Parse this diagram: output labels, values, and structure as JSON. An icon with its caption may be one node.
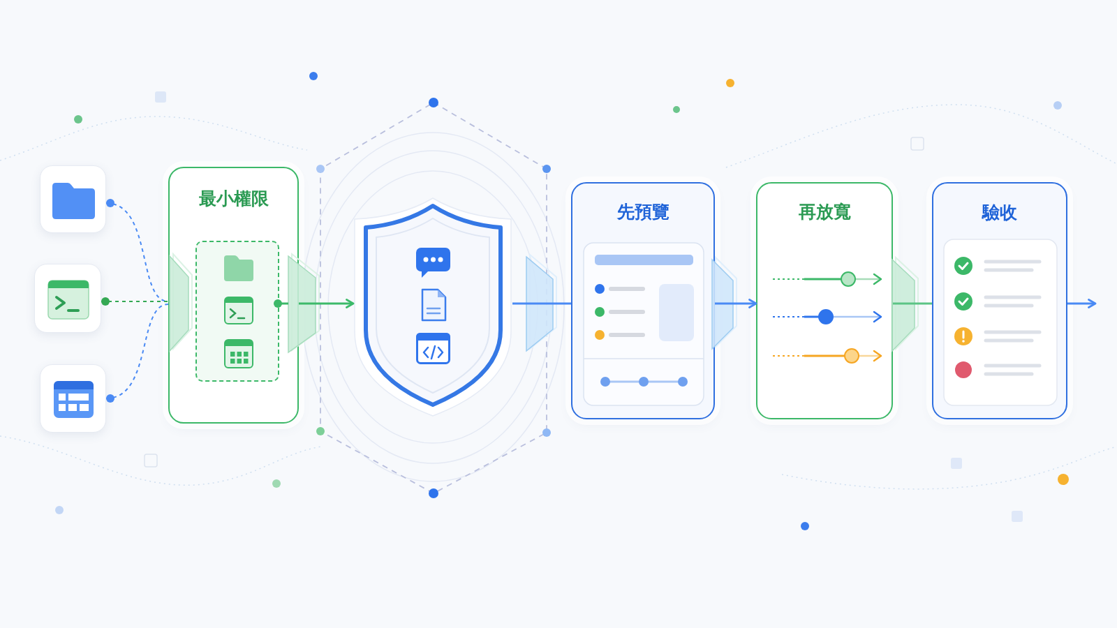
{
  "diagram": {
    "nodes": [
      {
        "text": [],
        "shape": "box"
      },
      {
        "text": [],
        "shape": "box"
      },
      {
        "text": [],
        "shape": "box"
      },
      {
        "text": [
          "最小權限"
        ]
      },
      {
        "text": [],
        "shape": "box",
        "in": 3
      },
      {
        "text": [],
        "shape": "shield"
      },
      {
        "text": [
          "先預覽"
        ]
      },
      {
        "text": [
          "再放寬"
        ]
      },
      {
        "text": [
          "驗收"
        ]
      }
    ],
    "edges": [
      {
        "from": 0,
        "to": 3,
        "arrow": "other",
        "style": "dashed"
      },
      {
        "from": 1,
        "to": 3,
        "arrow": "other",
        "style": "dashed",
        "color": "#34a853"
      },
      {
        "from": 2,
        "to": 3,
        "arrow": "other",
        "style": "dashed"
      },
      {
        "from": 3,
        "to": 5,
        "arrow": "to",
        "color": "#3dba6a"
      },
      {
        "from": 5,
        "to": 6,
        "arrow": "none"
      },
      {
        "from": 6,
        "to": 7,
        "arrow": "to"
      },
      {
        "from": 7,
        "to": 8,
        "arrow": "none",
        "color": "#5cc485"
      },
      {
        "from": 8,
        "to": null,
        "arrow": "to"
      }
    ]
  }
}
